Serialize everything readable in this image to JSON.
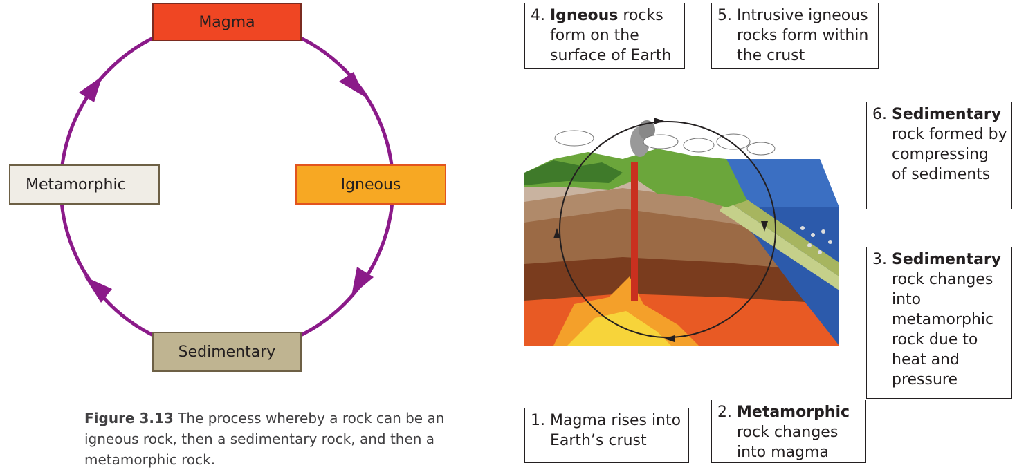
{
  "cycle": {
    "magma": "Magma",
    "igneous": "Igneous",
    "sedimentary": "Sedimentary",
    "metamorphic": "Metamorphic",
    "colors": {
      "arrow": "#8b1a89",
      "magma": "#ef4623",
      "igneous": "#f7a823",
      "sedimentary": "#bfb491",
      "metamorphic": "#f0ede6",
      "border": "#7a4a35"
    }
  },
  "caption": {
    "label": "Figure 3.13",
    "text": " The process whereby a rock can be an igneous rock, then a sedimentary rock, and then a metamorphic rock."
  },
  "steps": [
    {
      "num": "4.",
      "bold": "Igneous",
      "text": " rocks form on the surface of Earth"
    },
    {
      "num": "5.",
      "bold": "",
      "text": "Intrusive igneous rocks form within the crust"
    },
    {
      "num": "6.",
      "bold": "Sedimentary",
      "text": " rock formed by compressing of sediments"
    },
    {
      "num": "3.",
      "bold": "Sedimentary",
      "text": " rock changes into metamorphic rock due to heat and pressure"
    },
    {
      "num": "1.",
      "bold": "",
      "text": "Magma rises into Earth’s crust"
    },
    {
      "num": "2.",
      "bold": "Metamorphic",
      "text": " rock changes into magma"
    }
  ]
}
